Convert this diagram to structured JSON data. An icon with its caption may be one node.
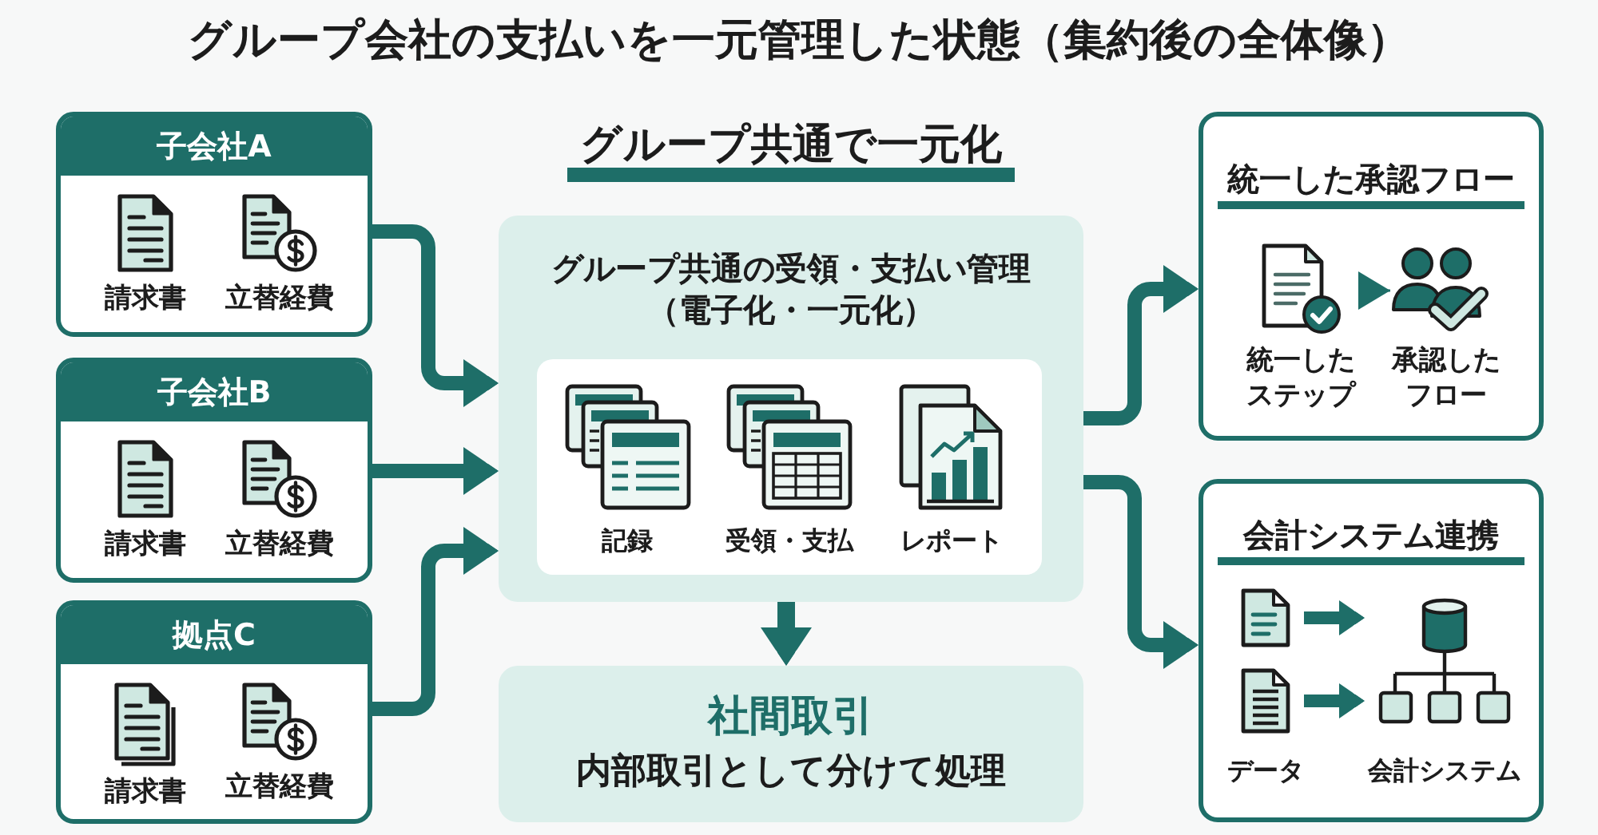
{
  "diagram": {
    "title": "グループ会社の支払いを一元管理した状態（集約後の全体像）",
    "nodes": [
      {
        "text": [
          "子会社A",
          "請求書",
          "立替経費"
        ]
      },
      {
        "text": [
          "子会社B",
          "請求書",
          "立替経費"
        ]
      },
      {
        "text": [
          "拠点C",
          "請求書",
          "立替経費"
        ]
      },
      {
        "text": [
          "グループ共通で一元化",
          "グループ共通の受領・支払い管理（電子化・一元化）"
        ]
      },
      {
        "text": [
          "記録",
          "受領・支払",
          "レポート"
        ],
        "in": 3
      },
      {
        "text": [
          "社間取引",
          "内部取引として分けて処理"
        ]
      },
      {
        "text": [
          "統一した承認フロー"
        ]
      },
      {
        "text": [
          "統一したステップ"
        ],
        "in": 6
      },
      {
        "text": [
          "承認したフロー"
        ],
        "in": 6
      },
      {
        "text": [
          "会計システム連携"
        ]
      },
      {
        "text": [
          "データ"
        ],
        "in": 9
      },
      {
        "text": [
          "会計システム"
        ],
        "in": 9
      }
    ],
    "edges": [
      {
        "from": 0,
        "to": 3,
        "arrow": "to"
      },
      {
        "from": 1,
        "to": 3,
        "arrow": "to"
      },
      {
        "from": 2,
        "to": 3,
        "arrow": "to"
      },
      {
        "from": 3,
        "to": 5,
        "arrow": "to"
      },
      {
        "from": 3,
        "to": 6,
        "arrow": "to"
      },
      {
        "from": 3,
        "to": 9,
        "arrow": "to"
      },
      {
        "from": 7,
        "to": 8,
        "arrow": "to"
      },
      {
        "from": 10,
        "to": 11,
        "arrow": "to"
      },
      {
        "from": 10,
        "to": 11,
        "arrow": "to"
      }
    ]
  }
}
